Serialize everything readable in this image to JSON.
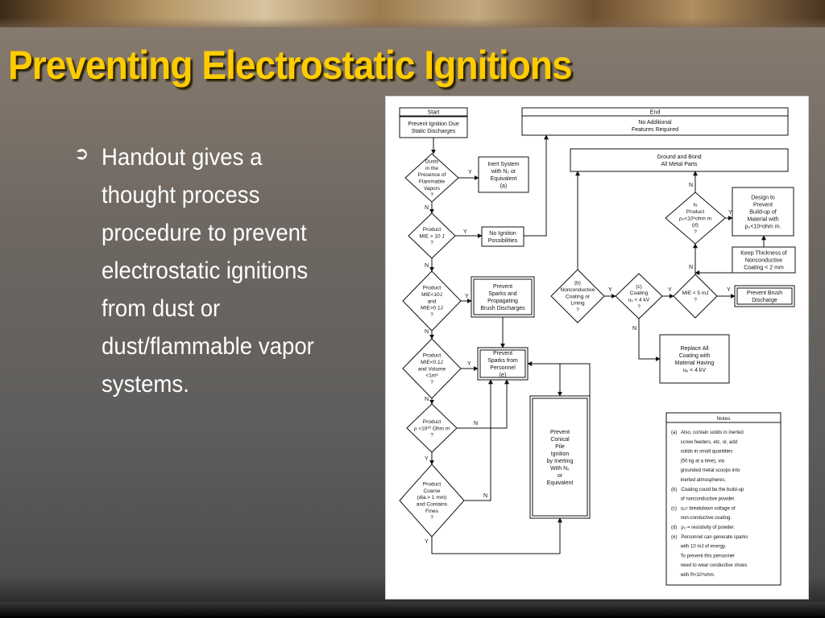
{
  "slide": {
    "title": "Preventing Electrostatic Ignitions",
    "bullet": "Handout gives a thought process procedure to prevent electrostatic ignitions from dust or dust/flammable vapor systems."
  },
  "diagram": {
    "nodes": [
      {
        "id": "start",
        "type": "rect",
        "lines": [
          "Start"
        ]
      },
      {
        "id": "prevent-ignition",
        "type": "rect",
        "lines": [
          "Prevent Ignition Due",
          "Static Discharges"
        ]
      },
      {
        "id": "end",
        "type": "rect",
        "lines": [
          "End"
        ]
      },
      {
        "id": "no-additional",
        "type": "rect",
        "lines": [
          "No Additional",
          "Features Required"
        ]
      },
      {
        "id": "ground-bond",
        "type": "rect",
        "lines": [
          "Ground and Bond",
          "All Metal Parts"
        ]
      },
      {
        "id": "d1",
        "type": "diamond",
        "lines": [
          "Dusts",
          "in the",
          "Presence of",
          "Flammable",
          "Vapors",
          "?"
        ]
      },
      {
        "id": "inert",
        "type": "rect",
        "lines": [
          "Inert System",
          "with N₂ or",
          "Equivalent",
          "(a)"
        ]
      },
      {
        "id": "d2",
        "type": "diamond",
        "lines": [
          "Product",
          "MIE > 10 J",
          "?"
        ]
      },
      {
        "id": "no-ignition",
        "type": "rect",
        "lines": [
          "No Ignition",
          "Possibilities"
        ]
      },
      {
        "id": "d3",
        "type": "diamond",
        "lines": [
          "Product",
          "MIE<10J",
          "and",
          "MIE>0.1J",
          "?"
        ]
      },
      {
        "id": "prevent-sparks",
        "type": "rect",
        "lines": [
          "Prevent",
          "Sparks and",
          "Propagating",
          "Brush Discharges"
        ]
      },
      {
        "id": "d4",
        "type": "diamond",
        "lines": [
          "Product",
          "MIE<0.1J",
          "and Volume",
          "<1m³",
          "?"
        ]
      },
      {
        "id": "personnel",
        "type": "rect",
        "lines": [
          "Prevent",
          "Sparks from",
          "Personnel",
          "(e)"
        ]
      },
      {
        "id": "d5",
        "type": "diamond",
        "lines": [
          "Product",
          "ρ >10¹⁰ Ohm m",
          "?"
        ]
      },
      {
        "id": "d6",
        "type": "diamond",
        "lines": [
          "Product",
          "Coarse",
          "(dia.> 1 mm)",
          "and Contains",
          "Fines",
          "?"
        ]
      },
      {
        "id": "conical",
        "type": "rect",
        "lines": [
          "Prevent",
          "Conical",
          "Pile",
          "Ignition",
          "by Inerting",
          "With N₂",
          "or",
          "Equivalent"
        ]
      },
      {
        "id": "db",
        "type": "diamond",
        "lines": [
          "(b)",
          "Nonconductive",
          "Coating or",
          "Lining",
          "?"
        ]
      },
      {
        "id": "dc",
        "type": "diamond",
        "lines": [
          "(c)",
          "Coating",
          "uₓ < 4 kV",
          "?"
        ]
      },
      {
        "id": "dmie5",
        "type": "diamond",
        "lines": [
          "MIE < 5 mJ",
          "?"
        ]
      },
      {
        "id": "dd",
        "type": "diamond",
        "lines": [
          "Is",
          "Product",
          "ρ₀<10⁶ohm m",
          "(d)",
          "?"
        ]
      },
      {
        "id": "design",
        "type": "rect",
        "lines": [
          "Design to",
          "Prevent",
          "Build-up of",
          "Material with",
          "ρ₀<10⁶ohm m."
        ]
      },
      {
        "id": "keep",
        "type": "rect",
        "lines": [
          "Keep Thickness of",
          "Nonconductive",
          "Coating < 2 mm"
        ]
      },
      {
        "id": "brush",
        "type": "rect",
        "lines": [
          "Prevent Brush",
          "Discharge"
        ]
      },
      {
        "id": "replace",
        "type": "rect",
        "lines": [
          "Replace All",
          "Coating with",
          "Material Having",
          "uₓ < 4 kV"
        ]
      }
    ],
    "labels": [
      "Y",
      "N"
    ],
    "notes": {
      "title": "Notes",
      "lines": [
        "(a)   Also, contain solids in inerted",
        "       screw feeders, etc. or, add",
        "       solids in small quantities",
        "       (50 kg at a time), via",
        "       grounded metal scoops into",
        "       inerted atmospheres.",
        "(b)   Coating could be the build-up",
        "       of nonconductive powder.",
        "(c)   uₓ= breakdown voltage of",
        "       non-conductive coating.",
        "(d)   ρ₀ = resistivity of powder.",
        "(e)   Personnel can generate sparks",
        "       with 10 mJ of energy.",
        "       To prevent this personnel",
        "       need to wear conductive shoes",
        "       with R<10⁸ohm."
      ]
    }
  }
}
